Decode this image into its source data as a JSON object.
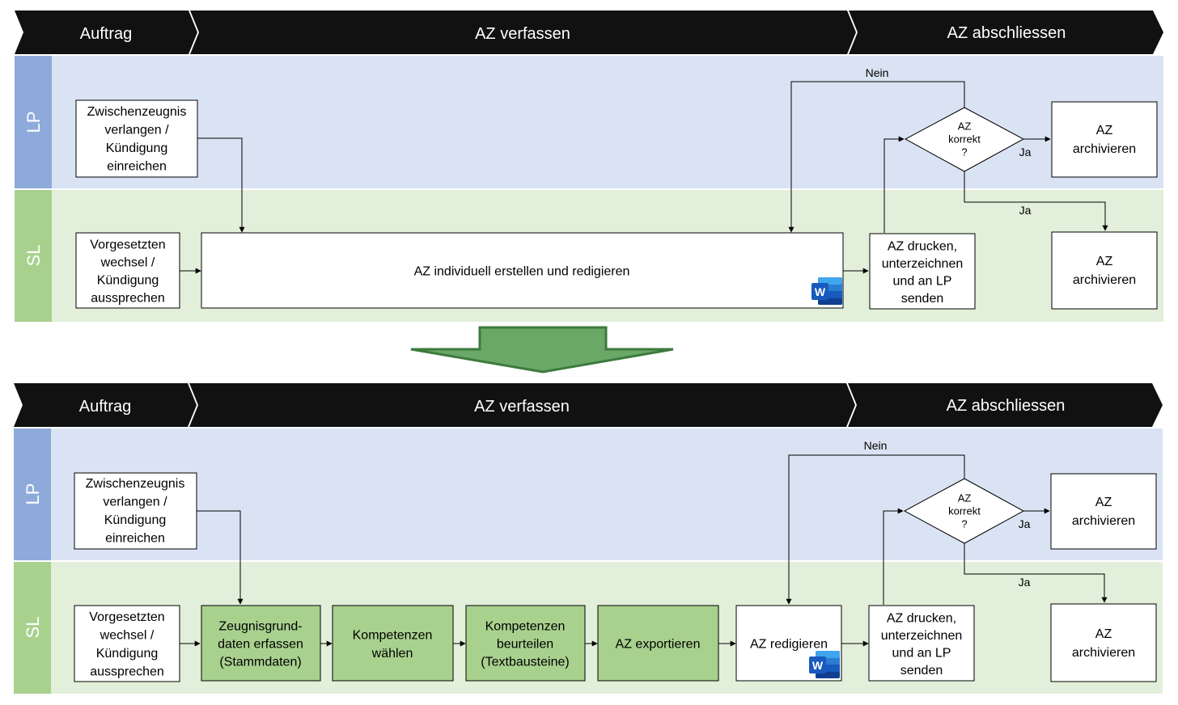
{
  "colors": {
    "phase_bar": "#111111",
    "lane_lp_label": "#8eaadb",
    "lane_lp_bg": "#dae3f3",
    "lane_sl_label": "#a9d18e",
    "lane_sl_bg": "#e2efda",
    "process_box": "#ffffff",
    "new_step_box": "#a9d18e",
    "big_arrow": "#6aa868",
    "big_arrow_border": "#3d7a3d"
  },
  "phases": [
    "Auftrag",
    "AZ verfassen",
    "AZ abschliessen"
  ],
  "lanes": {
    "lp": "LP",
    "sl": "SL"
  },
  "labels": {
    "yes": "Ja",
    "no": "Nein"
  },
  "top": {
    "lp_start": [
      "Zwischenzeugnis",
      "verlangen /",
      "Kündigung",
      "einreichen"
    ],
    "sl_start": [
      "Vorgesetzten",
      "wechsel /",
      "Kündigung",
      "aussprechen"
    ],
    "create": [
      "AZ individuell erstellen und redigieren"
    ],
    "print": [
      "AZ drucken,",
      "unterzeichnen",
      "und an LP",
      "senden"
    ],
    "decision": [
      "AZ",
      "korrekt",
      "?"
    ],
    "archive_lp": [
      "AZ",
      "archivieren"
    ],
    "archive_sl": [
      "AZ",
      "archivieren"
    ]
  },
  "bottom": {
    "lp_start": [
      "Zwischenzeugnis",
      "verlangen /",
      "Kündigung",
      "einreichen"
    ],
    "sl_start": [
      "Vorgesetzten",
      "wechsel /",
      "Kündigung",
      "aussprechen"
    ],
    "step1": [
      "Zeugnisgrund-",
      "daten erfassen",
      "(Stammdaten)"
    ],
    "step2": [
      "Kompetenzen",
      "wählen"
    ],
    "step3": [
      "Kompetenzen",
      "beurteilen",
      "(Textbausteine)"
    ],
    "step4": [
      "AZ exportieren"
    ],
    "edit": [
      "AZ redigieren"
    ],
    "print": [
      "AZ drucken,",
      "unterzeichnen",
      "und an LP",
      "senden"
    ],
    "decision": [
      "AZ",
      "korrekt",
      "?"
    ],
    "archive_lp": [
      "AZ",
      "archivieren"
    ],
    "archive_sl": [
      "AZ",
      "archivieren"
    ]
  },
  "icons": {
    "word": "word-app-icon",
    "word_letter": "W",
    "transition": "down-arrow-icon"
  }
}
